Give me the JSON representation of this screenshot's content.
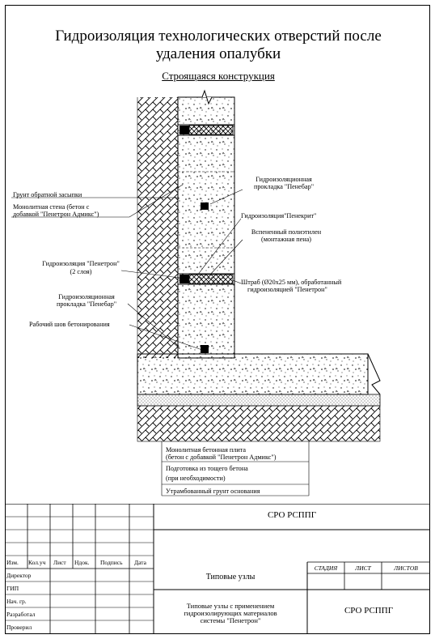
{
  "header": {
    "title_line1": "Гидроизоляция технологических отверстий после",
    "title_line2": "удаления опалубки",
    "subtitle": "Строящаяся конструкция"
  },
  "callouts": {
    "backfill": "Грунт обратной засыпки",
    "wall_line1": "Монолитная стена (бетон с",
    "wall_line2": "добавкой \"Пенетрон Адмикс\")",
    "penetron_line1": "Гидроизоляция \"Пенетрон\"",
    "penetron_line2": "(2 слоя)",
    "penebar_left_line1": "Гидроизоляционная",
    "penebar_left_line2": "прокладка \"Пенебар\"",
    "joint": "Рабочий шов бетонирования",
    "penebar_right_line1": "Гидроизоляционная",
    "penebar_right_line2": "прокладка \"Пенебар\"",
    "penekrit": "Гидроизоляция\"Пенекрит\"",
    "foam_line1": "Вспененный полиэтилен",
    "foam_line2": "(монтажная пена)",
    "groove_line1": "Штраб (Ø20х25 мм), обработанный",
    "groove_line2": "гидроизоляцией \"Пенетрон\""
  },
  "legend": {
    "slab_line1": "Монолитная бетонная плита",
    "slab_line2": "(бетон с добавкой \"Пенетрон Адмикс\")",
    "prep_line1": "Подготовка из тощего бетона",
    "prep_line2": "(при необходимости)",
    "soil": "Утрамбованный грунт основания"
  },
  "stamp": {
    "org_top": "СРО РСППГ",
    "col_izm": "Изм.",
    "col_koluch": "Кол.уч",
    "col_list": "Лист",
    "col_ndok": "Ндок.",
    "col_podpis": "Подпись",
    "col_data": "Дата",
    "role_director": "Директор",
    "role_gip": "ГИП",
    "role_nachgr": "Нач. гр.",
    "role_razrab": "Разработал",
    "role_proveril": "Проверил",
    "title_nodes": "Типовые узлы",
    "title_desc_line1": "Типовые узлы с применением",
    "title_desc_line2": "гидроизолирующих материалов",
    "title_desc_line3": "системы \"Пенетрон\"",
    "stadia": "СТАДИЯ",
    "list": "ЛИСТ",
    "listov": "ЛИСТОВ",
    "org_bottom": "СРО РСППГ"
  }
}
